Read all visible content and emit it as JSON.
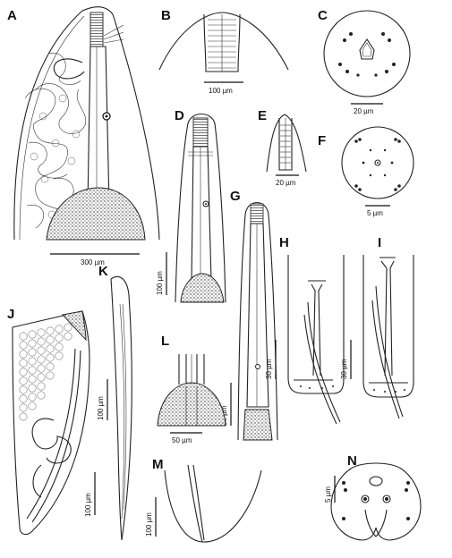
{
  "panels": [
    {
      "id": "A",
      "letter": "A",
      "scale": "300 µm"
    },
    {
      "id": "B",
      "letter": "B",
      "scale": "100 µm"
    },
    {
      "id": "C",
      "letter": "C",
      "scale": "20 µm"
    },
    {
      "id": "D",
      "letter": "D",
      "scale": "100 µm"
    },
    {
      "id": "E",
      "letter": "E",
      "scale": "20 µm"
    },
    {
      "id": "F",
      "letter": "F",
      "scale": "5 µm"
    },
    {
      "id": "G",
      "letter": "G",
      "scale": "50 µm"
    },
    {
      "id": "H",
      "letter": "H",
      "scale": "30 µm"
    },
    {
      "id": "I",
      "letter": "I",
      "scale": "30 µm"
    },
    {
      "id": "J",
      "letter": "J",
      "scale": "100 µm"
    },
    {
      "id": "K",
      "letter": "K",
      "scale": "100 µm"
    },
    {
      "id": "L",
      "letter": "L",
      "scale": "50 µm"
    },
    {
      "id": "M",
      "letter": "M",
      "scale": "100 µm"
    },
    {
      "id": "N",
      "letter": "N",
      "scale": "5 µm"
    }
  ]
}
